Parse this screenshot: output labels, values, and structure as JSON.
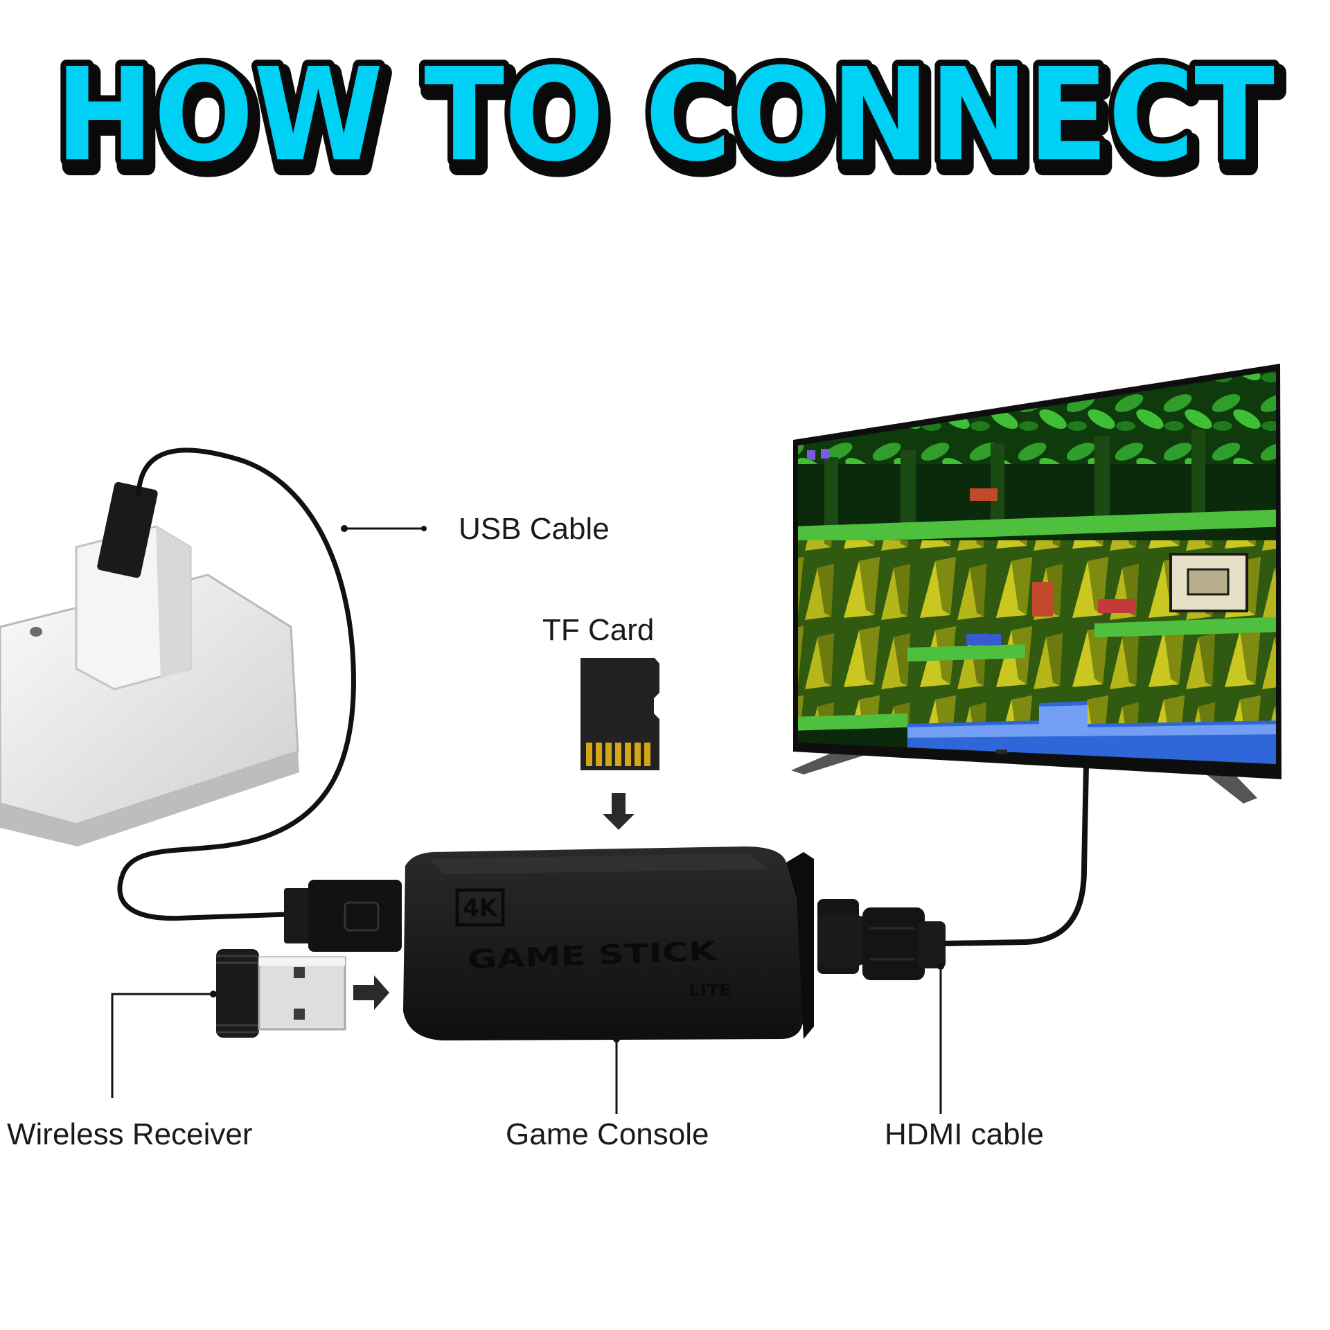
{
  "title": "HOW TO CONNECT",
  "labels": {
    "usb_cable": "USB Cable",
    "tf_card": "TF Card",
    "wireless_receiver": "Wireless Receiver",
    "game_console": "Game Console",
    "hdmi_cable": "HDMI cable"
  },
  "console_print": {
    "resolution_badge": "4K",
    "brand": "GAME STICK",
    "model": "LITE"
  },
  "colors": {
    "title_fill": "#00d0f4",
    "title_outline": "#0a0a0a",
    "console_body": "#1c1c1c",
    "tv_frame": "#111111",
    "label_text": "#1a1a1a"
  },
  "icons": [
    "power-adapter-icon",
    "sd-card-icon",
    "usb-receiver-icon",
    "game-console-icon",
    "tv-icon",
    "arrow-down-icon",
    "arrow-right-icon"
  ]
}
